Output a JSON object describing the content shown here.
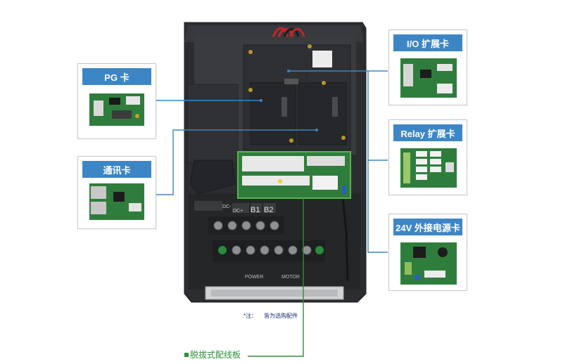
{
  "cards": {
    "pg": {
      "title": "PG 卡"
    },
    "comm": {
      "title": "通讯卡"
    },
    "io": {
      "title": "I/O 扩展卡"
    },
    "relay": {
      "title": "Relay 扩展卡"
    },
    "power24": {
      "title": "24V 外接电源卡"
    }
  },
  "terminals": {
    "dc_minus": "DC-",
    "dc_plus": "DC+",
    "b1": "B1",
    "b2": "B2",
    "power": "POWER",
    "motor": "MOTOR"
  },
  "note": {
    "prefix": "*注：",
    "text": "皆为选购配件"
  },
  "pull_out_label": "脱拔式配线板",
  "colors": {
    "accent_blue": "#3d86c6",
    "green": "#2f8f3a",
    "pcb_green": "#2f7d3c",
    "chassis": "#2b2d30"
  }
}
